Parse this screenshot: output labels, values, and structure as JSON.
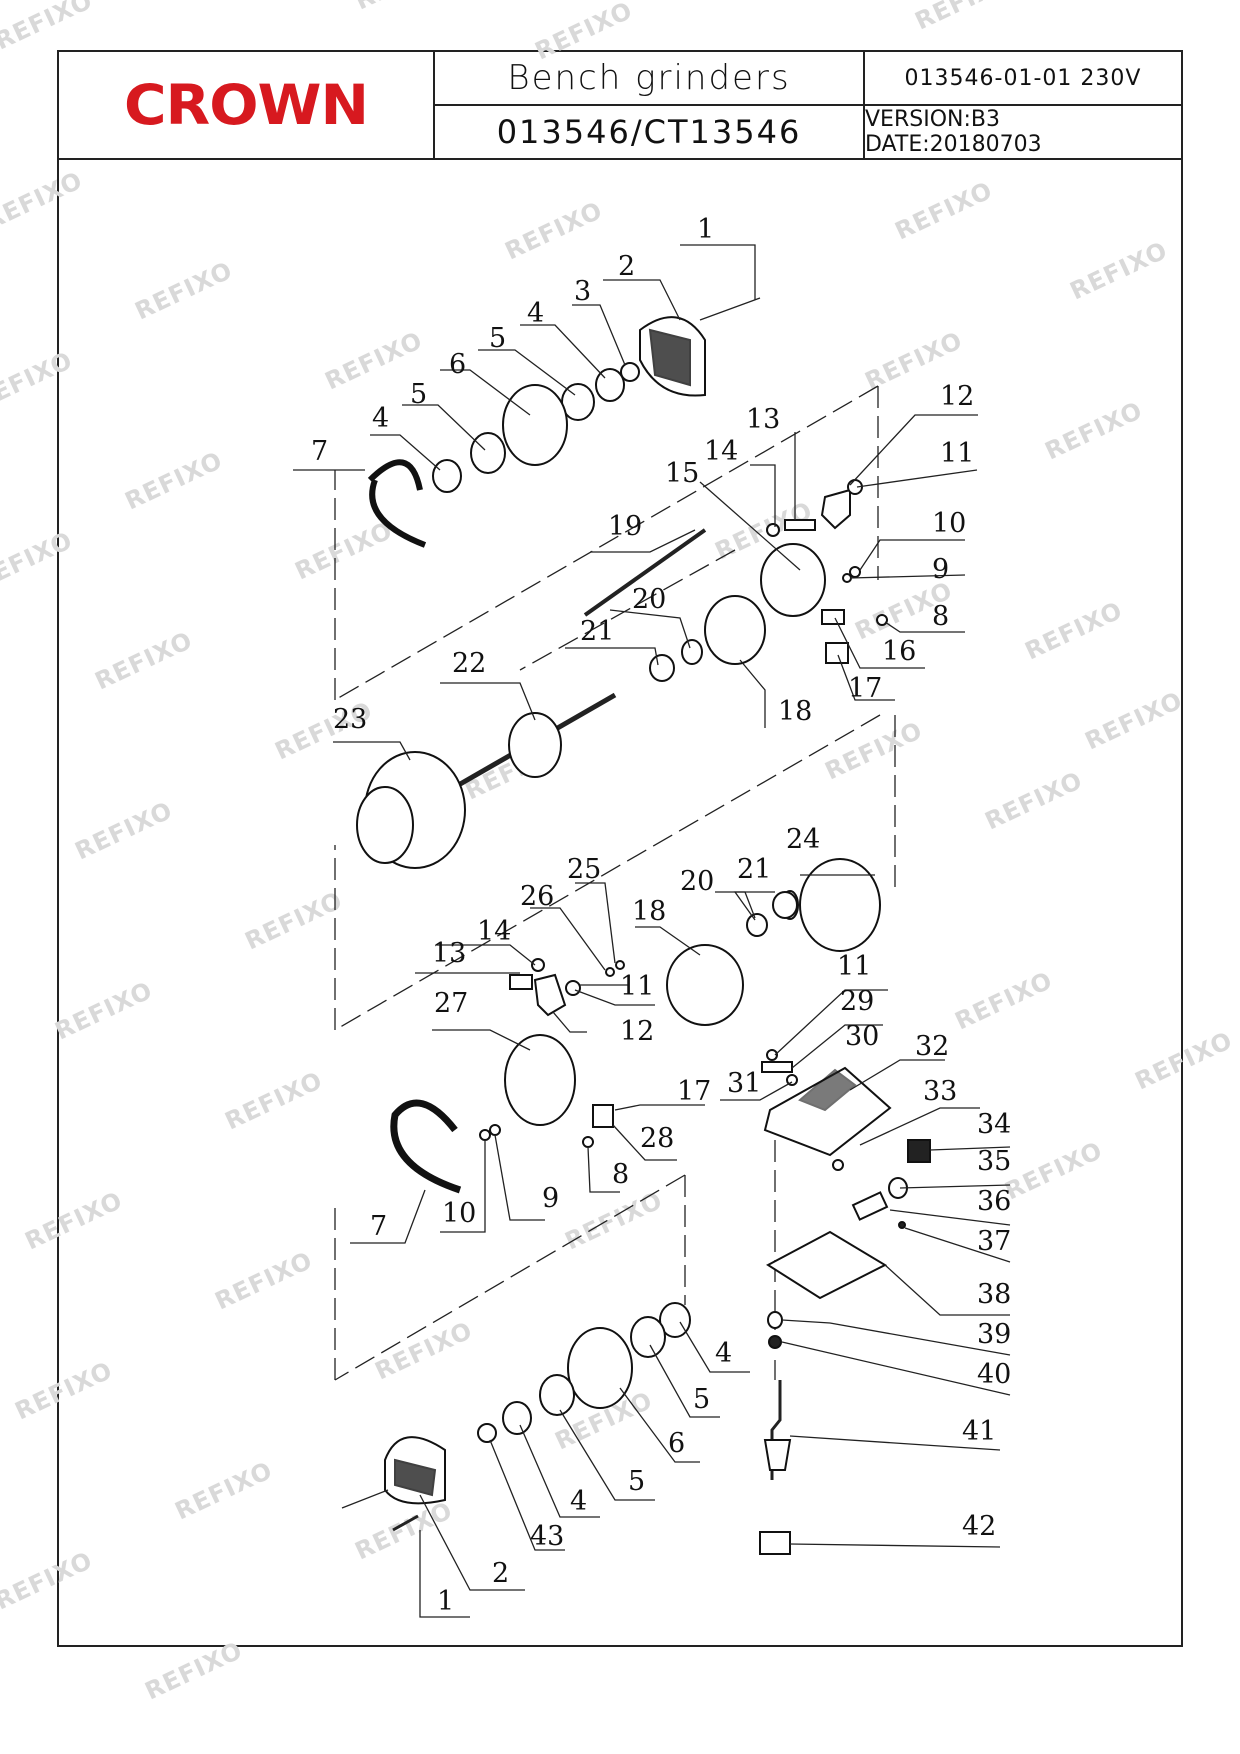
{
  "header": {
    "brand": "CROWN",
    "title": "Bench grinders",
    "model": "013546/CT13546",
    "code": "013546-01-01  230V",
    "version": "VERSION:B3  DATE:20180703"
  },
  "watermark": "REFIXO",
  "part_numbers": [
    "1",
    "2",
    "3",
    "4",
    "5",
    "6",
    "7",
    "8",
    "9",
    "10",
    "11",
    "12",
    "13",
    "14",
    "15",
    "16",
    "17",
    "18",
    "19",
    "20",
    "21",
    "22",
    "23",
    "24",
    "25",
    "26",
    "27",
    "28",
    "29",
    "30",
    "31",
    "32",
    "33",
    "34",
    "35",
    "36",
    "37",
    "38",
    "39",
    "40",
    "41",
    "42",
    "43"
  ]
}
